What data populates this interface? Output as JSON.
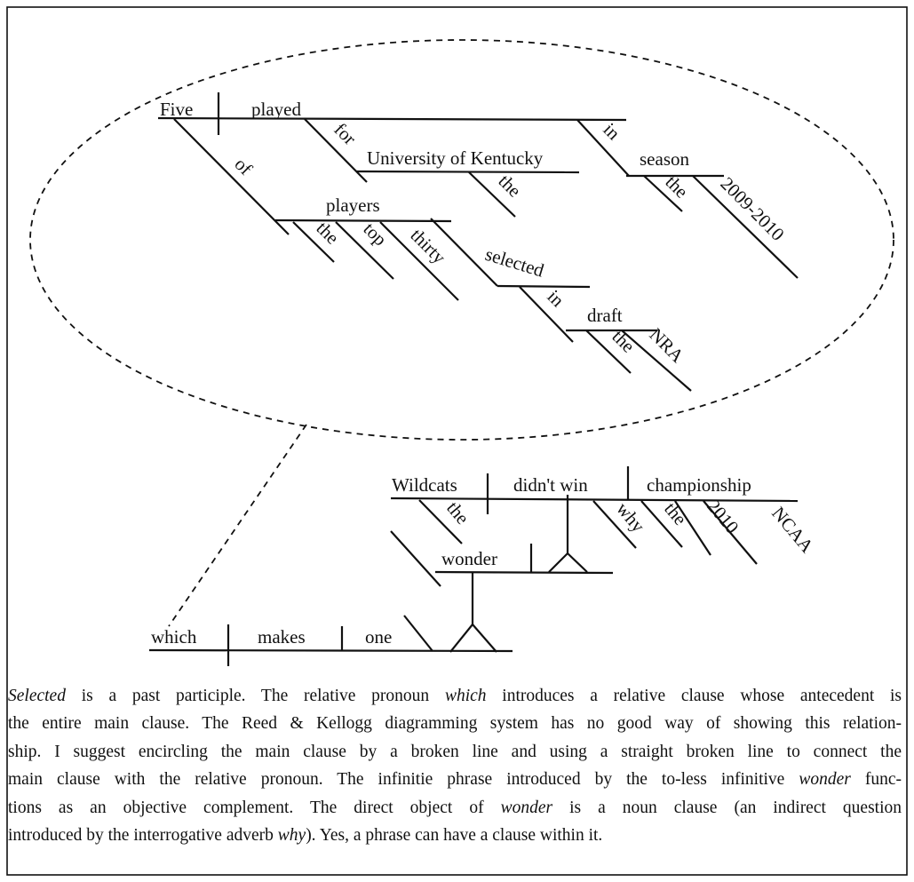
{
  "diagram": {
    "main_clause": {
      "subject": "Five",
      "verb": "played",
      "prep_for": "for",
      "for_object": "University of Kentucky",
      "for_object_the": "the",
      "prep_in": "in",
      "in_object": "season",
      "season_the": "the",
      "season_mod": "2009-2010",
      "prep_of": "of",
      "of_object": "players",
      "players_the": "the",
      "players_top": "top",
      "players_thirty": "thirty",
      "participle": "selected",
      "prep_in2": "in",
      "in2_object": "draft",
      "draft_the": "the",
      "draft_mod": "NRA"
    },
    "noun_clause": {
      "subject": "Wildcats",
      "subject_the": "the",
      "verb": "didn't win",
      "object": "championship",
      "adverb": "why",
      "object_the": "the",
      "object_2010": "2010",
      "object_ncaa": "NCAA"
    },
    "infinitive": {
      "verb": "wonder"
    },
    "relative_clause": {
      "subject": "which",
      "verb": "makes",
      "object": "one"
    }
  },
  "caption": {
    "l1": [
      "Selected",
      " is a past participle. The relative pronoun ",
      "which",
      " introduces a relative clause whose antecedent is"
    ],
    "l2": "the entire main clause. The Reed & Kellogg diagramming system has no good way of showing this relation-",
    "l3": "ship. I suggest encircling the main clause by a broken line and using a straight broken line to connect the",
    "l4": [
      "main clause with the relative pronoun. The infinitie phrase introduced by the to-less infinitive ",
      "wonder",
      " func-"
    ],
    "l5": [
      "tions as an objective complement. The direct object of ",
      "wonder",
      " is a noun clause (an indirect question"
    ],
    "l6": [
      "introduced by the interrogative adverb ",
      "why",
      "). Yes, a phrase can have a clause within it."
    ]
  }
}
